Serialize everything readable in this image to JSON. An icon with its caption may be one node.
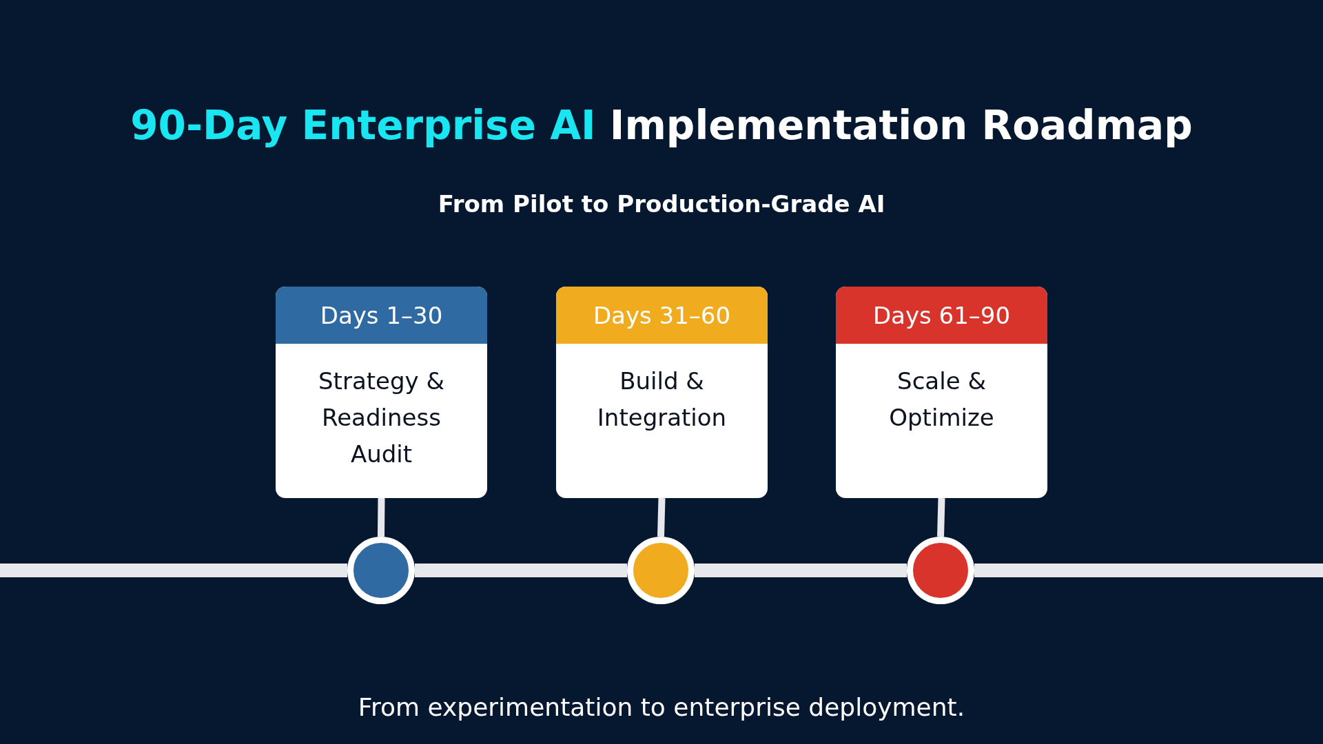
{
  "diagram": {
    "title": "90-Day Enterprise AI Implementation Roadmap",
    "caption": "From experimentation to enterprise deployment.",
    "nodes": [
      {
        "text": [
          "Days 1–30",
          "Strategy & Readiness Audit"
        ]
      },
      {
        "text": [
          "Days 31–60",
          "Build & Integration"
        ]
      },
      {
        "text": [
          "Days 61–90",
          "Scale & Optimize"
        ]
      },
      {
        "text": [],
        "shape": "circle"
      },
      {
        "text": [],
        "shape": "circle"
      },
      {
        "text": [],
        "shape": "circle"
      }
    ],
    "edges": [
      {
        "from": 0,
        "to": 3,
        "arrow": "none"
      },
      {
        "from": 1,
        "to": 4,
        "arrow": "none"
      },
      {
        "from": 2,
        "to": 5,
        "arrow": "none"
      },
      {
        "from": null,
        "to": 3,
        "arrow": "none"
      },
      {
        "from": 3,
        "to": 4,
        "arrow": "none"
      },
      {
        "from": 4,
        "to": 5,
        "arrow": "none"
      },
      {
        "from": 5,
        "to": null,
        "arrow": "none"
      }
    ],
    "labels": [
      "From Pilot to Production-Grade AI"
    ]
  }
}
